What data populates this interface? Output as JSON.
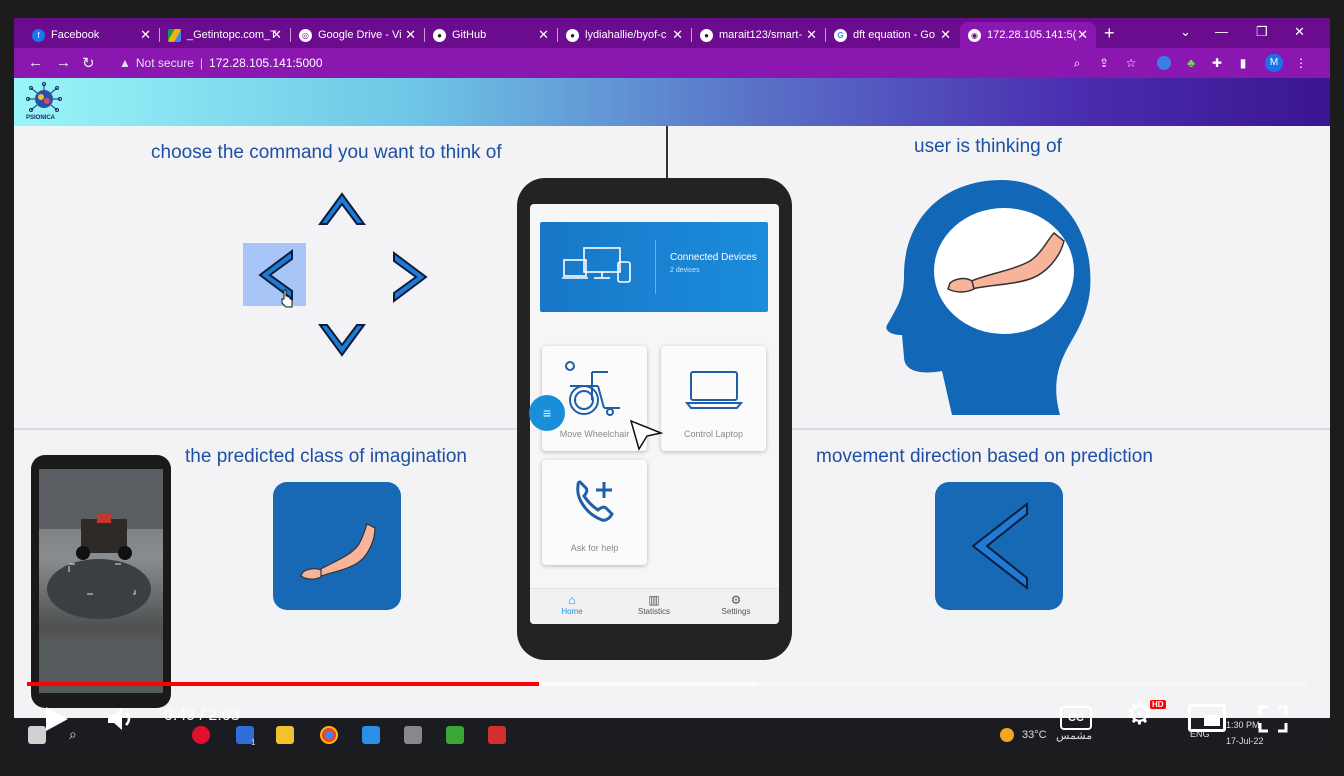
{
  "browser": {
    "tabs": [
      {
        "title": "Facebook",
        "icon": "facebook-icon",
        "color": "#1877f2"
      },
      {
        "title": "_Getintopc.com_T",
        "icon": "google-drive-icon",
        "color": "#f4b400"
      },
      {
        "title": "Google Drive - Vi",
        "icon": "chrome-icon",
        "color": "#ffffff"
      },
      {
        "title": "GitHub",
        "icon": "github-icon",
        "color": "#ffffff"
      },
      {
        "title": "lydiahallie/byof-c",
        "icon": "github-icon",
        "color": "#ffffff"
      },
      {
        "title": "marait123/smart-",
        "icon": "github-icon",
        "color": "#ffffff"
      },
      {
        "title": "dft equation - Go",
        "icon": "google-icon",
        "color": "#ffffff"
      },
      {
        "title": "172.28.105.141:5(",
        "icon": "globe-icon",
        "color": "#ffffff",
        "active": true
      }
    ],
    "new_tab": "+",
    "security_label": "Not secure",
    "url": "172.28.105.141:5000",
    "profile_initial": "M"
  },
  "app": {
    "logo_text": "PSIONICA",
    "choose_title": "choose the command you want to think of",
    "thinking_title": "user is thinking of",
    "predicted_title": "the predicted class of imagination",
    "movement_title": "movement direction based on prediction"
  },
  "phone_app": {
    "connected_title": "Connected Devices",
    "connected_count": "2 devices",
    "tiles": [
      {
        "label": "Move Wheelchair",
        "icon": "wheelchair-icon"
      },
      {
        "label": "Control Laptop",
        "icon": "laptop-icon"
      },
      {
        "label": "Ask for help",
        "icon": "phone-add-icon"
      }
    ],
    "nav": [
      {
        "label": "Home",
        "icon": "home-icon",
        "active": true
      },
      {
        "label": "Statistics",
        "icon": "statistics-icon"
      },
      {
        "label": "Settings",
        "icon": "settings-icon"
      }
    ],
    "fab_icon": "menu-icon"
  },
  "player": {
    "time": "0:49 / 2:03",
    "played_fraction": 0.4,
    "buffered_fraction": 0.57,
    "hd_badge": "HD",
    "cc_label": "CC"
  },
  "taskbar": {
    "temperature": "33°C",
    "weather": "مشمس",
    "lang": "ENG",
    "clock": "1:30 PM",
    "date": "17-Jul-22",
    "mail_badge": "1"
  },
  "colors": {
    "accent_blue": "#1d4fa3",
    "card_blue": "#1769b5",
    "progress_red": "#ff0000",
    "browser_purple": "#8a18b0"
  }
}
